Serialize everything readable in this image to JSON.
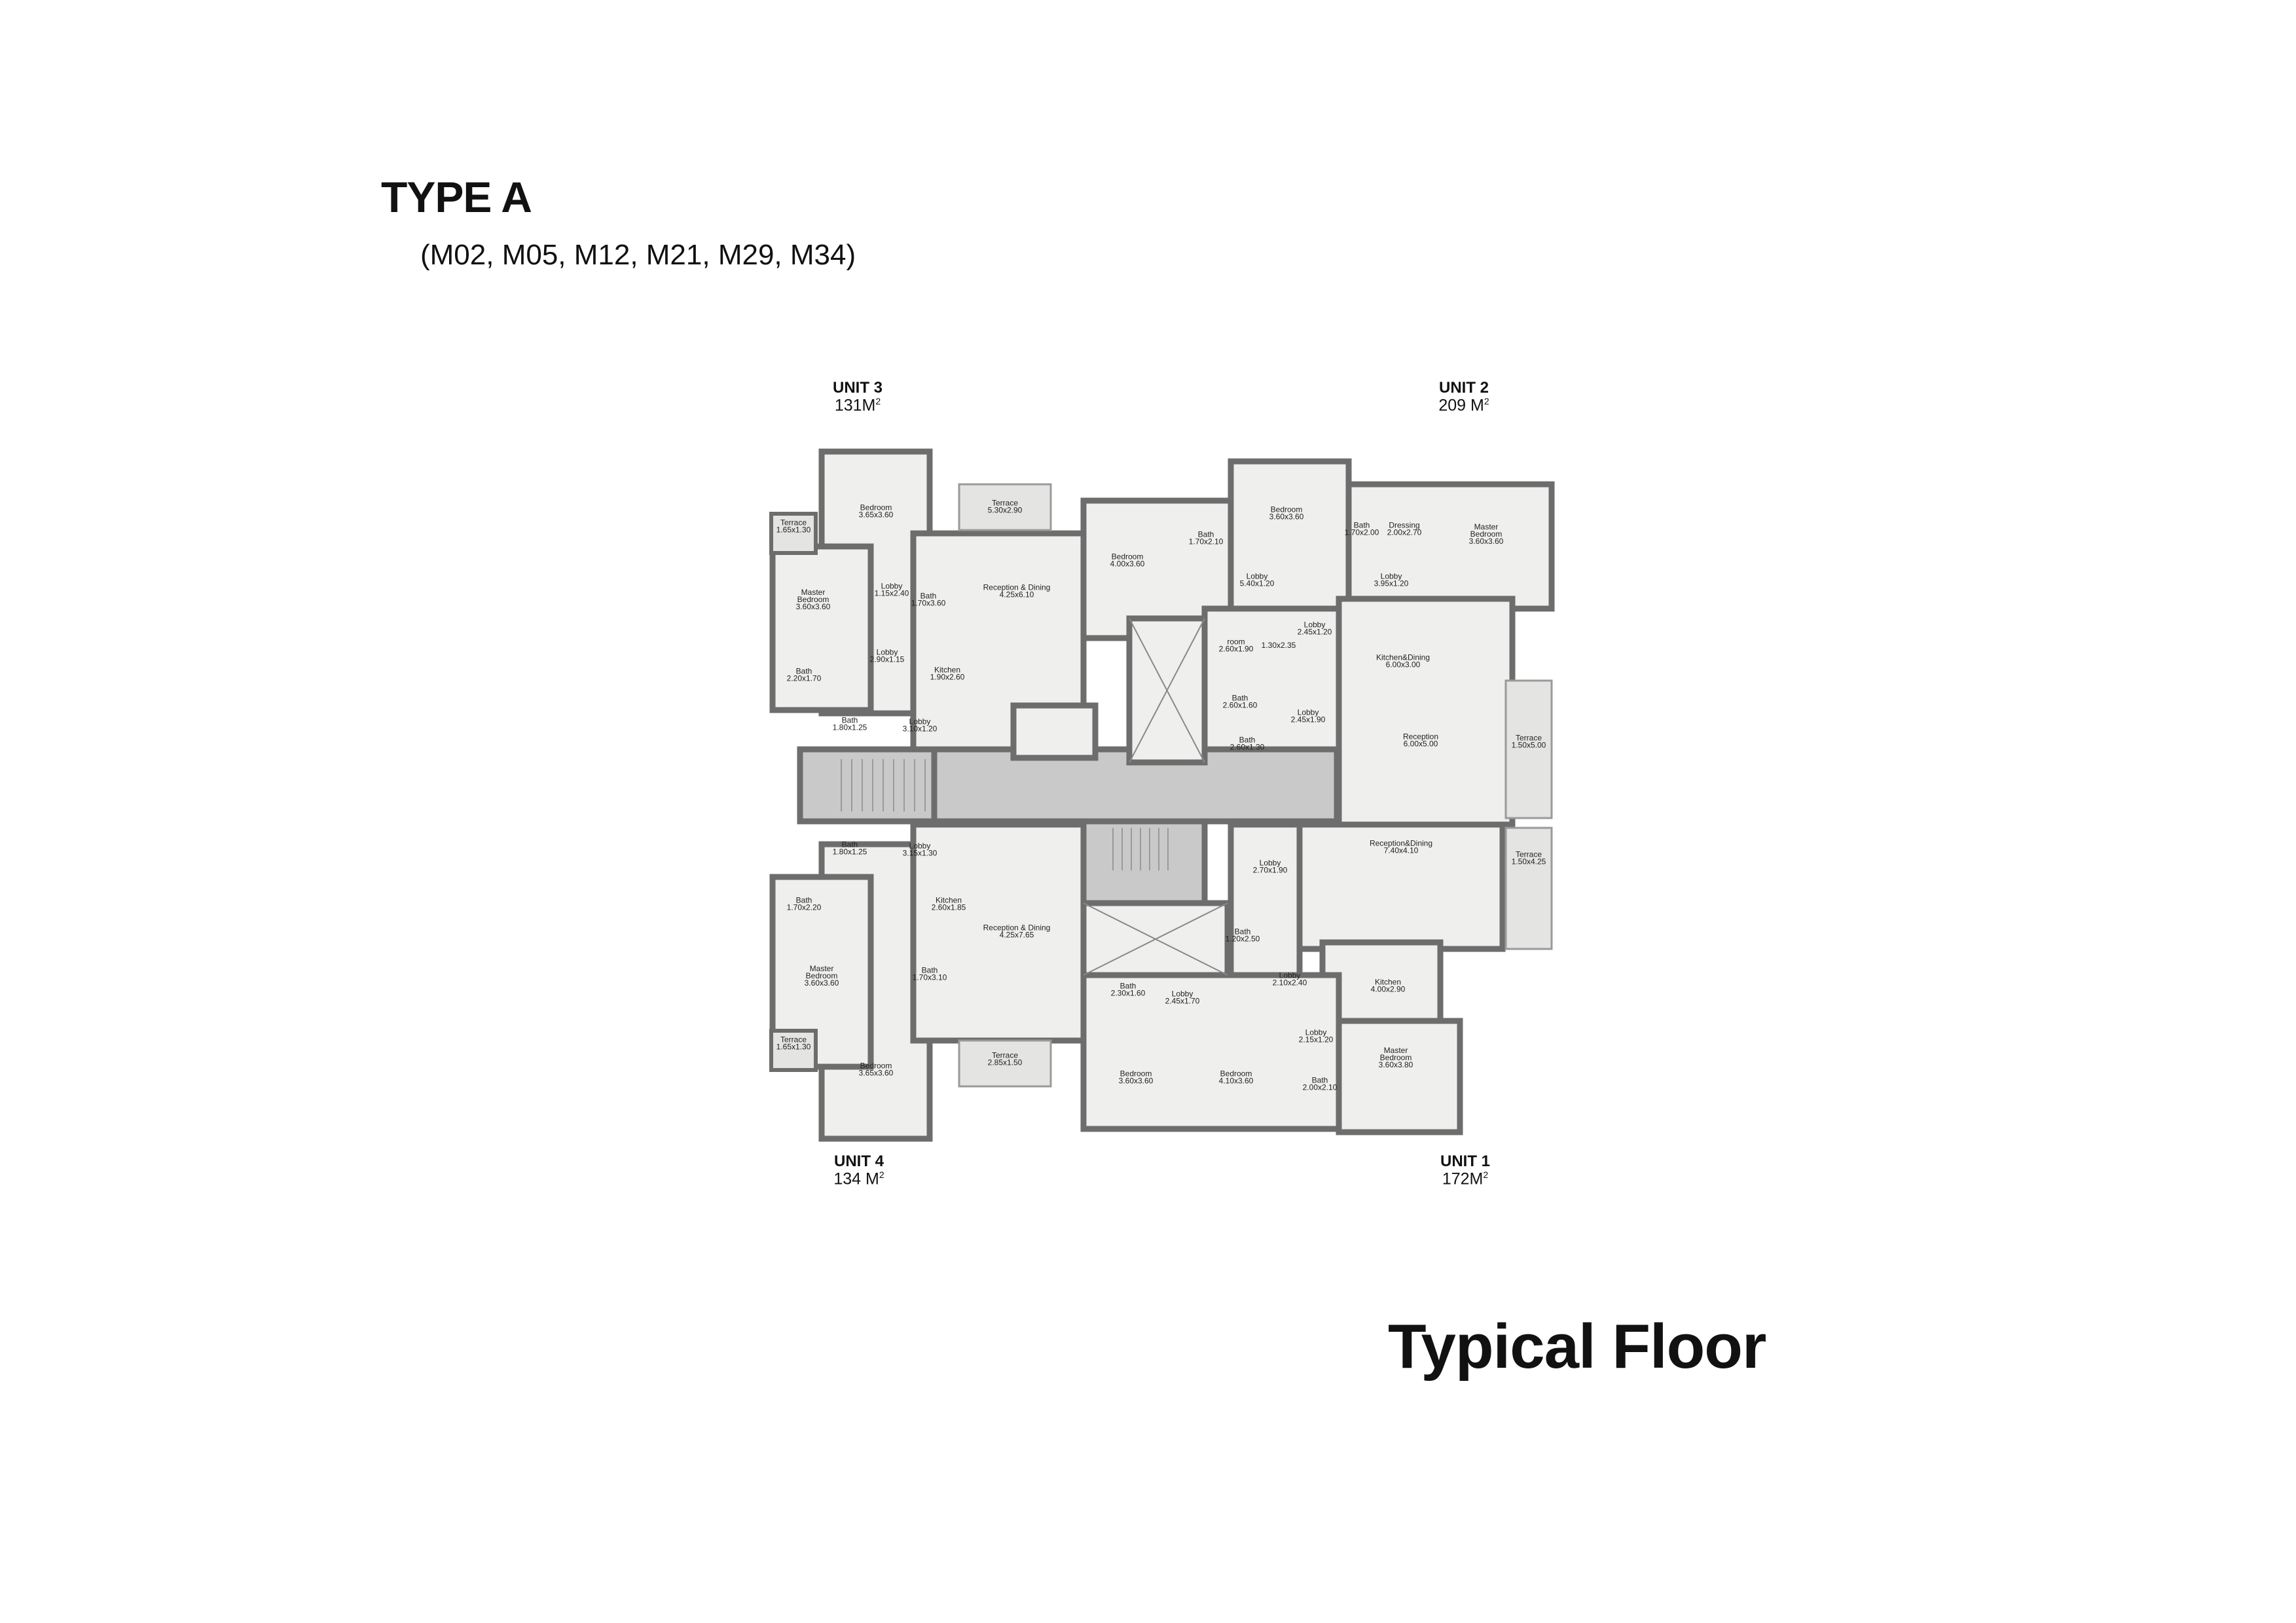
{
  "header": {
    "type_title": "TYPE A",
    "models": "(M02, M05, M12, M21, M29, M34)"
  },
  "floor_title": "Typical Floor",
  "units": [
    {
      "name": "UNIT 3",
      "area": "131M",
      "sup": "2"
    },
    {
      "name": "UNIT 2",
      "area": "209 M",
      "sup": "2"
    },
    {
      "name": "UNIT 4",
      "area": "134 M",
      "sup": "2"
    },
    {
      "name": "UNIT 1",
      "area": "172M",
      "sup": "2"
    }
  ],
  "rooms": [
    {
      "id": "u3-terrace-top",
      "lines": [
        "Terrace",
        "5.30x2.90"
      ]
    },
    {
      "id": "u3-bedroom",
      "lines": [
        "Bedroom",
        "3.65x3.60"
      ]
    },
    {
      "id": "u3-terrace-left",
      "lines": [
        "Terrace",
        "1.65x1.30"
      ]
    },
    {
      "id": "u3-master",
      "lines": [
        "Master",
        "Bedroom",
        "3.60x3.60"
      ]
    },
    {
      "id": "u3-lobby-a",
      "lines": [
        "Lobby",
        "1.15x2.40"
      ]
    },
    {
      "id": "u3-bath-a",
      "lines": [
        "Bath",
        "1.70x3.60"
      ]
    },
    {
      "id": "u3-reception",
      "lines": [
        "Reception & Dining",
        "4.25x6.10"
      ]
    },
    {
      "id": "u3-lobby-b",
      "lines": [
        "Lobby",
        "2.90x1.15"
      ]
    },
    {
      "id": "u3-kitchen",
      "lines": [
        "Kitchen",
        "1.90x2.60"
      ]
    },
    {
      "id": "u3-bath-b",
      "lines": [
        "Bath",
        "2.20x1.70"
      ]
    },
    {
      "id": "u3-bath-c",
      "lines": [
        "Bath",
        "1.80x1.25"
      ]
    },
    {
      "id": "u3-lobby-c",
      "lines": [
        "Lobby",
        "3.10x1.20"
      ]
    },
    {
      "id": "u2-bedroom-a",
      "lines": [
        "Bedroom",
        "4.00x3.60"
      ]
    },
    {
      "id": "u2-bath-a",
      "lines": [
        "Bath",
        "1.70x2.10"
      ]
    },
    {
      "id": "u2-bedroom-b",
      "lines": [
        "Bedroom",
        "3.60x3.60"
      ]
    },
    {
      "id": "u2-bath-b",
      "lines": [
        "Bath",
        "1.70x2.00"
      ]
    },
    {
      "id": "u2-dressing",
      "lines": [
        "Dressing",
        "2.00x2.70"
      ]
    },
    {
      "id": "u2-master",
      "lines": [
        "Master",
        "Bedroom",
        "3.60x3.60"
      ]
    },
    {
      "id": "u2-lobby-a",
      "lines": [
        "Lobby",
        "5.40x1.20"
      ]
    },
    {
      "id": "u2-lobby-b",
      "lines": [
        "Lobby",
        "3.95x1.20"
      ]
    },
    {
      "id": "u2-room",
      "lines": [
        "room",
        "2.60x1.90"
      ]
    },
    {
      "id": "u2-storage",
      "lines": [
        "1.30x2.35"
      ]
    },
    {
      "id": "u2-lobby-c",
      "lines": [
        "Lobby",
        "2.45x1.20"
      ]
    },
    {
      "id": "u2-kitchen",
      "lines": [
        "Kitchen&Dining",
        "6.00x3.00"
      ]
    },
    {
      "id": "u2-bath-c",
      "lines": [
        "Bath",
        "2.60x1.60"
      ]
    },
    {
      "id": "u2-lobby-d",
      "lines": [
        "Lobby",
        "2.45x1.90"
      ]
    },
    {
      "id": "u2-bath-d",
      "lines": [
        "Bath",
        "2.60x1.30"
      ]
    },
    {
      "id": "u2-reception",
      "lines": [
        "Reception",
        "6.00x5.00"
      ]
    },
    {
      "id": "u2-terrace",
      "lines": [
        "Terrace",
        "1.50x5.00"
      ]
    },
    {
      "id": "u4-bath-a",
      "lines": [
        "Bath",
        "1.80x1.25"
      ]
    },
    {
      "id": "u4-lobby-a",
      "lines": [
        "Lobby",
        "3.15x1.30"
      ]
    },
    {
      "id": "u4-bath-b",
      "lines": [
        "Bath",
        "1.70x2.20"
      ]
    },
    {
      "id": "u4-kitchen",
      "lines": [
        "Kitchen",
        "2.60x1.85"
      ]
    },
    {
      "id": "u4-reception",
      "lines": [
        "Reception & Dining",
        "4.25x7.65"
      ]
    },
    {
      "id": "u4-master",
      "lines": [
        "Master",
        "Bedroom",
        "3.60x3.60"
      ]
    },
    {
      "id": "u4-bath-c",
      "lines": [
        "Bath",
        "1.70x3.10"
      ]
    },
    {
      "id": "u4-terrace-left",
      "lines": [
        "Terrace",
        "1.65x1.30"
      ]
    },
    {
      "id": "u4-terrace-bottom",
      "lines": [
        "Terrace",
        "2.85x1.50"
      ]
    },
    {
      "id": "u4-bedroom",
      "lines": [
        "Bedroom",
        "3.65x3.60"
      ]
    },
    {
      "id": "u1-lobby-a",
      "lines": [
        "Lobby",
        "2.70x1.90"
      ]
    },
    {
      "id": "u1-reception",
      "lines": [
        "Reception&Dining",
        "7.40x4.10"
      ]
    },
    {
      "id": "u1-terrace",
      "lines": [
        "Terrace",
        "1.50x4.25"
      ]
    },
    {
      "id": "u1-bath-a",
      "lines": [
        "Bath",
        "1.20x2.50"
      ]
    },
    {
      "id": "u1-lobby-b",
      "lines": [
        "Lobby",
        "2.10x2.40"
      ]
    },
    {
      "id": "u1-kitchen",
      "lines": [
        "Kitchen",
        "4.00x2.90"
      ]
    },
    {
      "id": "u1-bath-b",
      "lines": [
        "Bath",
        "2.30x1.60"
      ]
    },
    {
      "id": "u1-lobby-c",
      "lines": [
        "Lobby",
        "2.45x1.70"
      ]
    },
    {
      "id": "u1-lobby-d",
      "lines": [
        "Lobby",
        "2.15x1.20"
      ]
    },
    {
      "id": "u1-master",
      "lines": [
        "Master",
        "Bedroom",
        "3.60x3.80"
      ]
    },
    {
      "id": "u1-bedroom-a",
      "lines": [
        "Bedroom",
        "3.60x3.60"
      ]
    },
    {
      "id": "u1-bedroom-b",
      "lines": [
        "Bedroom",
        "4.10x3.60"
      ]
    },
    {
      "id": "u1-bath-c",
      "lines": [
        "Bath",
        "2.00x2.10"
      ]
    }
  ],
  "colors": {
    "wall": "#6d6d6d",
    "floor": "#efefee",
    "core": "#c9c9c9",
    "terrace": "#e4e4e2"
  }
}
